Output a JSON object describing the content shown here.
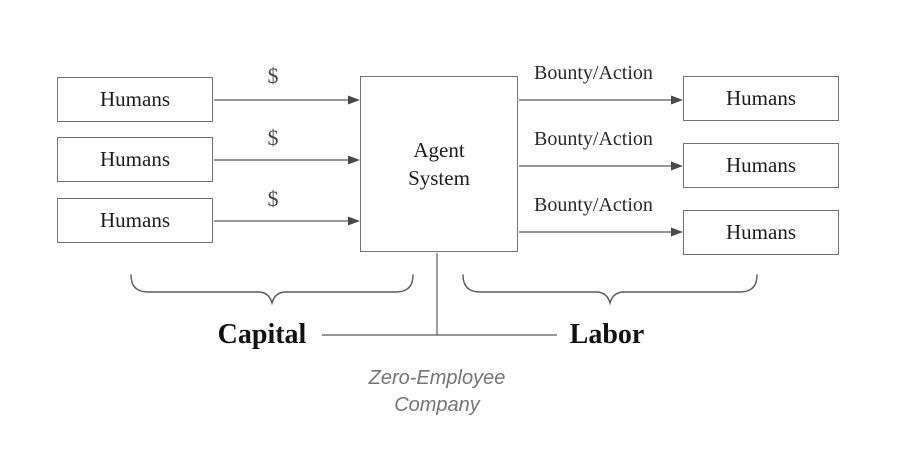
{
  "colors": {
    "line": "#595959",
    "arrowhead": "#4a4a4a",
    "box_border": "#737373",
    "text": "#1c1c1c",
    "caption_text": "#757575",
    "background": "#ffffff"
  },
  "capital_side": {
    "boxes": [
      {
        "label": "Humans"
      },
      {
        "label": "Humans"
      },
      {
        "label": "Humans"
      }
    ],
    "flow_labels": [
      "$",
      "$",
      "$"
    ],
    "group_label": "Capital"
  },
  "agent_system": {
    "label": "Agent\nSystem"
  },
  "labor_side": {
    "boxes": [
      {
        "label": "Humans"
      },
      {
        "label": "Humans"
      },
      {
        "label": "Humans"
      }
    ],
    "flow_labels": [
      "Bounty/Action",
      "Bounty/Action",
      "Bounty/Action"
    ],
    "group_label": "Labor"
  },
  "caption": {
    "label": "Zero-Employee\nCompany"
  }
}
